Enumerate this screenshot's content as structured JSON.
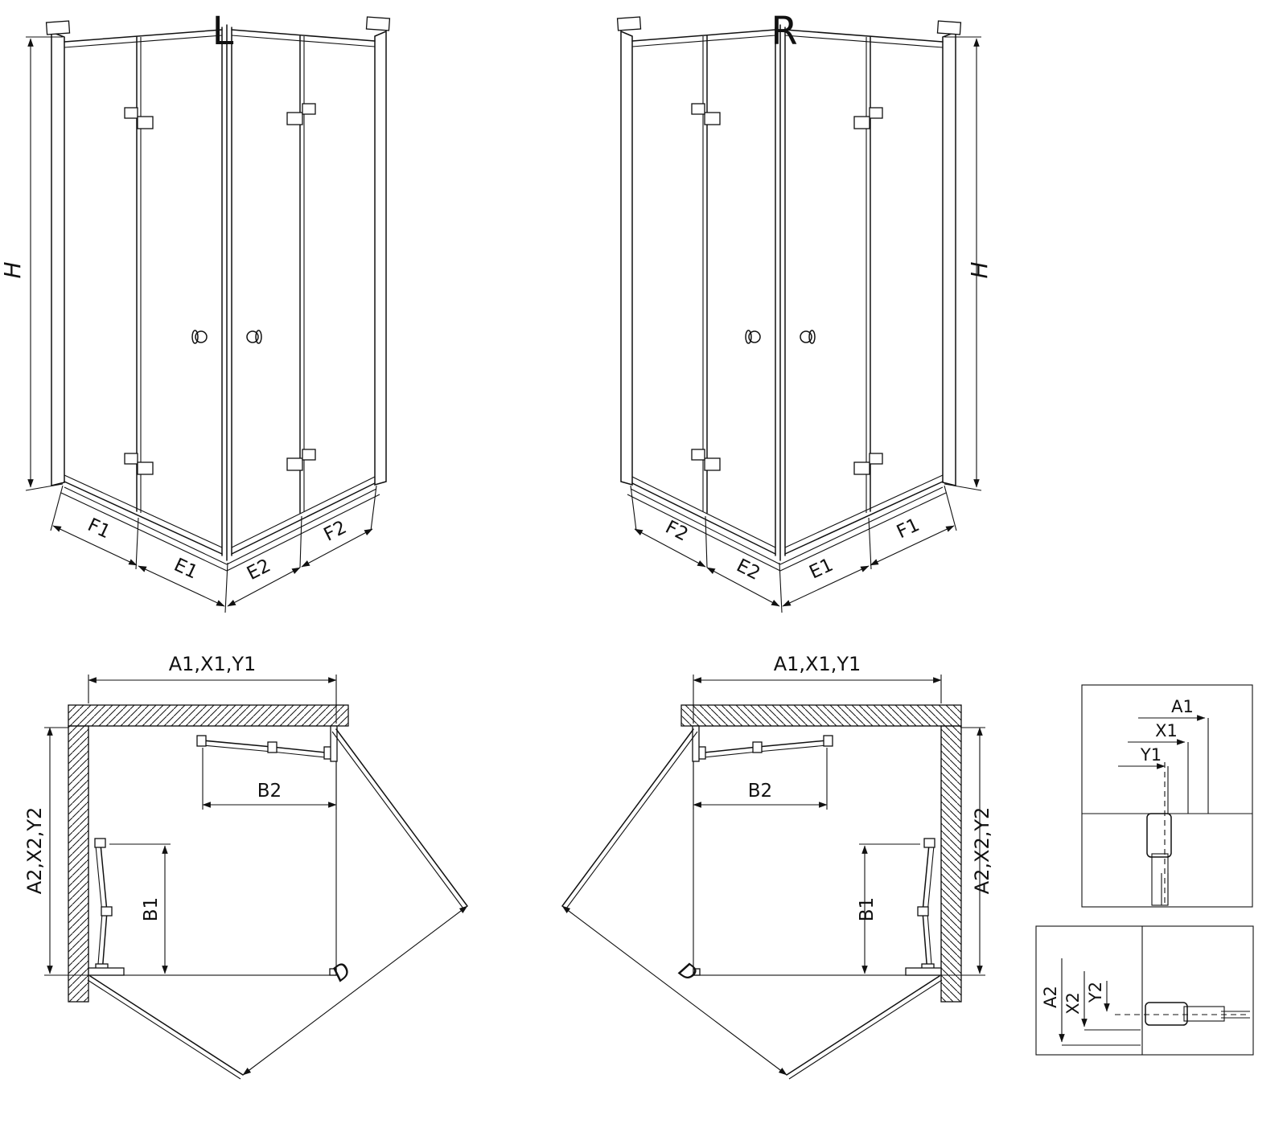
{
  "views": {
    "persp_l": {
      "label": "L",
      "h": "H",
      "f1": "F1",
      "e1": "E1",
      "e2": "E2",
      "f2": "F2"
    },
    "persp_r": {
      "label": "R",
      "h": "H",
      "f1": "F1",
      "e1": "E1",
      "e2": "E2",
      "f2": "F2"
    },
    "plan_l": {
      "top": "A1,X1,Y1",
      "side": "A2,X2,Y2",
      "b2": "B2",
      "b1": "B1",
      "d": "D"
    },
    "plan_r": {
      "top": "A1,X1,Y1",
      "side": "A2,X2,Y2",
      "b2": "B2",
      "b1": "B1",
      "d": "D"
    },
    "detail_top": {
      "a1": "A1",
      "x1": "X1",
      "y1": "Y1"
    },
    "detail_bottom": {
      "a2": "A2",
      "x2": "X2",
      "y2": "Y2"
    }
  }
}
